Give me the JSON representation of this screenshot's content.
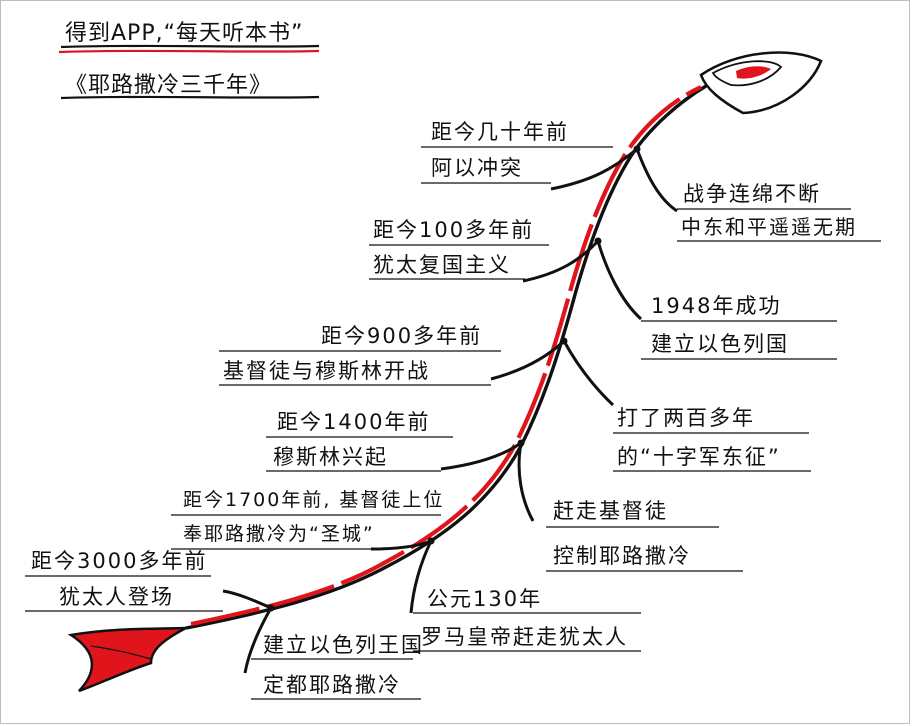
{
  "header": {
    "line1": "得到APP,“每天听本书”",
    "line2": "《耶路撒冷三千年》"
  },
  "events": [
    {
      "time": "距今3000多年前",
      "event": "犹太人登场"
    },
    {
      "time": "建立以色列王国",
      "event": "定都耶路撒冷"
    },
    {
      "time": "距今1700年前, 基督徒上位",
      "event": "奉耶路撒冷为“圣城”"
    },
    {
      "time": "公元130年",
      "event": "罗马皇帝赶走犹太人"
    },
    {
      "time": "距今1400年前",
      "event": "穆斯林兴起"
    },
    {
      "time": "赶走基督徒",
      "event": "控制耶路撒冷"
    },
    {
      "time": "距今900多年前",
      "event": "基督徒与穆斯林开战"
    },
    {
      "time": "打了两百多年",
      "event": "的“十字军东征”"
    },
    {
      "time": "距今100多年前",
      "event": "犹太复国主义"
    },
    {
      "time": "1948年成功",
      "event": "建立以色列国"
    },
    {
      "time": "距今几十年前",
      "event": "阿以冲突"
    },
    {
      "time": "战争连绵不断",
      "event": "中东和平遥遥无期"
    }
  ],
  "colors": {
    "ink": "#111111",
    "accent": "#e0151b",
    "frame": "#bdbdbd"
  }
}
